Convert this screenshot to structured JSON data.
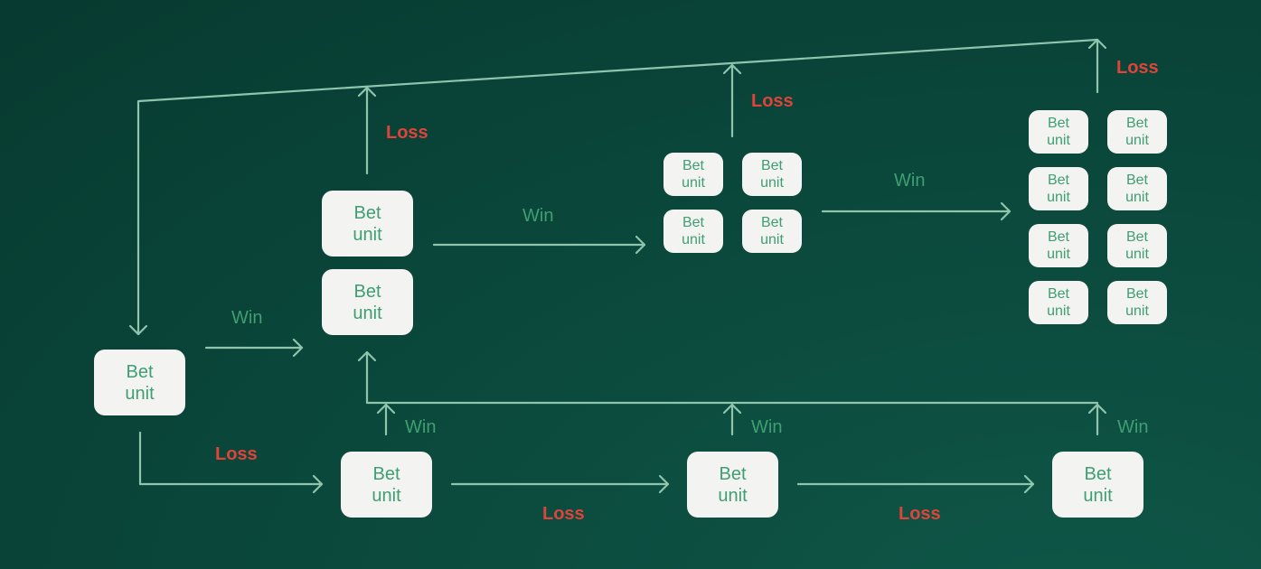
{
  "box_text": "Bet\nunit",
  "labels": {
    "win": "Win",
    "loss": "Loss"
  },
  "colors": {
    "background": "#0b4a3d",
    "box_fill": "#f3f3f1",
    "box_text": "#3f9e72",
    "win": "#3f9e72",
    "loss": "#e0433a",
    "arrow": "#8fc4ad"
  }
}
